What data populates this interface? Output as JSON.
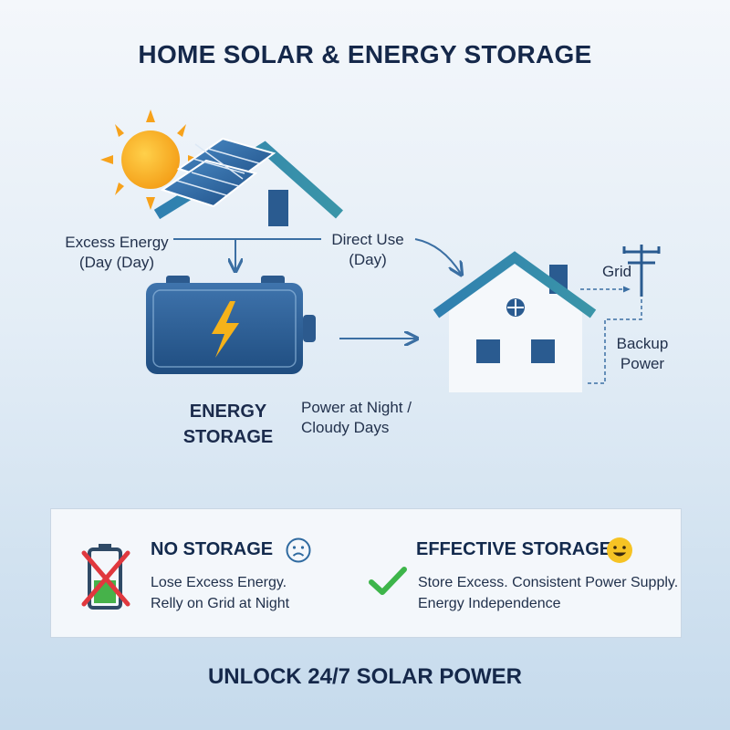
{
  "title": "HOME SOLAR & ENERGY STORAGE",
  "labels": {
    "excess_energy": [
      "Excess Energy",
      "(Day (Day)"
    ],
    "direct_use": [
      "Direct Use",
      "(Day)"
    ],
    "grid": "Grid",
    "backup_power": [
      "Backup",
      "Power"
    ],
    "storage_title": [
      "ENERGY",
      "STORAGE"
    ],
    "night_power": [
      "Power at Night /",
      "Cloudy Days"
    ]
  },
  "comparison": {
    "no_storage": {
      "heading": "NO STORAGE",
      "lines": [
        "Lose Excess Energy.",
        "Relly on Grid at Night"
      ],
      "face_icon": "sad-face-icon",
      "status_icon": "crossed-battery-icon"
    },
    "effective_storage": {
      "heading": "EFFECTIVE STORAGE",
      "lines": [
        "Store Excess. Consistent Power Supply.",
        "Energy Independence"
      ],
      "face_icon": "smiley-face-icon",
      "status_icon": "checkmark-icon"
    }
  },
  "tagline": "UNLOCK 24/7 SOLAR POWER",
  "colors": {
    "title": "#15284a",
    "house": "#2f6aa0",
    "battery": "#2c5a8e",
    "bolt": "#f5b21a",
    "sun": "#f7a21b",
    "cross": "#e0383e",
    "check": "#3db54a",
    "smiley": "#f6c324"
  }
}
